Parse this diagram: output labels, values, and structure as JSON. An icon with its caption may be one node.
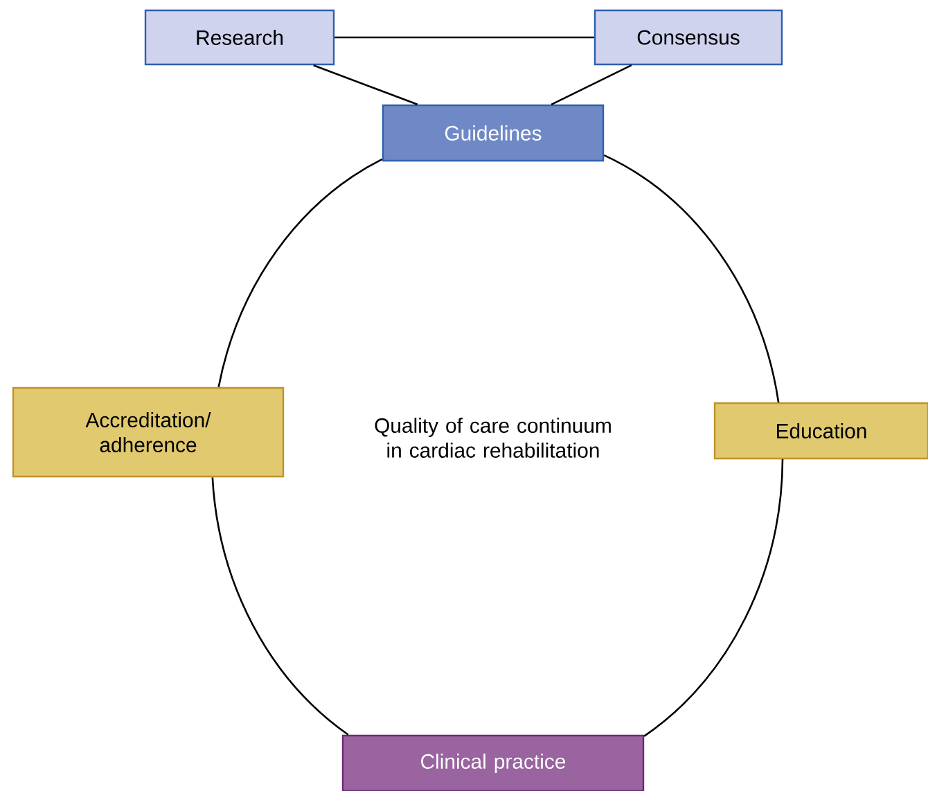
{
  "diagram": {
    "nodes": [
      {
        "text": [
          "Research"
        ]
      },
      {
        "text": [
          "Consensus"
        ]
      },
      {
        "text": [
          "Guidelines"
        ]
      },
      {
        "text": [
          "Accreditation/ adherence"
        ]
      },
      {
        "text": [
          "Education"
        ]
      },
      {
        "text": [
          "Clinical practice"
        ]
      }
    ],
    "edges": [
      {
        "from": 0,
        "to": 1,
        "arrow": "none"
      },
      {
        "from": 0,
        "to": 2,
        "arrow": "none"
      },
      {
        "from": 1,
        "to": 2,
        "arrow": "none"
      },
      {
        "from": 2,
        "to": 4,
        "arrow": "none"
      },
      {
        "from": 4,
        "to": 5,
        "arrow": "none"
      },
      {
        "from": 5,
        "to": 3,
        "arrow": "none"
      },
      {
        "from": 3,
        "to": 2,
        "arrow": "none"
      }
    ],
    "labels": [
      "Quality of care continuum in cardiac rehabilitation"
    ]
  }
}
